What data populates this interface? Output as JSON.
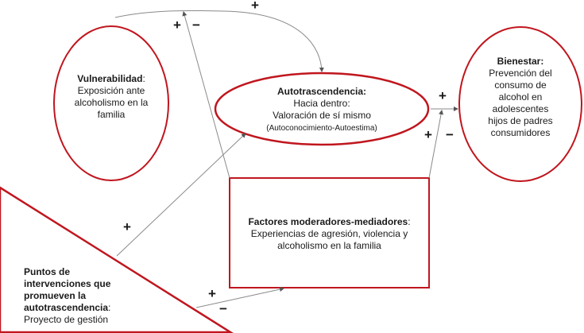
{
  "colors": {
    "shape_border": "#c0161e",
    "arrow": "#8a8a8a",
    "text": "#1a1a1a"
  },
  "nodes": {
    "vulnerabilidad": {
      "title": "Vulnerabilidad",
      "colon": ":",
      "line1": "Exposición ante",
      "line2": "alcoholismo en la",
      "line3": "familia"
    },
    "autotrascendencia": {
      "title": "Autotrascendencia:",
      "line1": "Hacia dentro:",
      "line2": "Valoración de sí mismo",
      "line3": "(Autoconocimiento-Autoestima)"
    },
    "bienestar": {
      "title": "Bienestar:",
      "line1": "Prevención del",
      "line2": "consumo de",
      "line3": "alcohol en",
      "line4": "adolescentes",
      "line5": "hijos de padres",
      "line6": "consumidores"
    },
    "factores": {
      "title": "Factores moderadores-mediadores",
      "colon": ":",
      "line1": "Experiencias de agresión, violencia y",
      "line2": "alcoholismo en la familia"
    },
    "puntos": {
      "line1": "Puntos de",
      "line2": "intervenciones que",
      "line3": "promueven la",
      "line4": "autotrascendencia",
      "colon": ":",
      "line5": "Proyecto de gestión"
    }
  },
  "signs": {
    "top_curve": "+",
    "factores_up_plus": "+",
    "factores_up_minus": "−",
    "auto_to_bienestar": "+",
    "factores_to_bienestar_plus": "+",
    "factores_to_bienestar_minus": "−",
    "puntos_to_auto": "+",
    "puntos_to_factores_plus": "+",
    "puntos_to_factores_minus": "−"
  }
}
